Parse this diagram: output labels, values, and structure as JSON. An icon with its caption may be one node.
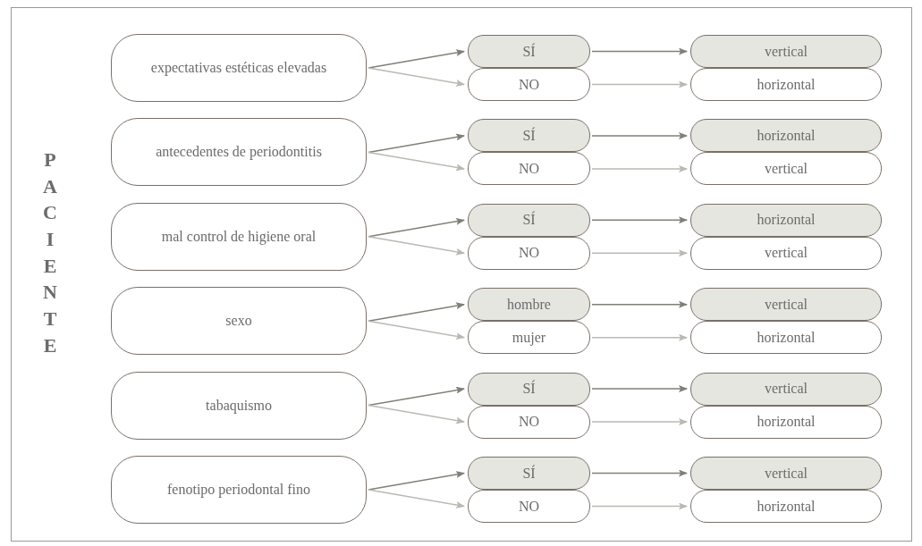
{
  "diagram": {
    "nodes": [
      {
        "text": [
          "expectativas estéticas elevadas"
        ]
      },
      {
        "text": [
          "SÍ"
        ]
      },
      {
        "text": [
          "vertical"
        ]
      },
      {
        "text": [
          "NO"
        ]
      },
      {
        "text": [
          "horizontal"
        ]
      },
      {
        "text": [
          "antecedentes de periodontitis"
        ]
      },
      {
        "text": [
          "SÍ"
        ]
      },
      {
        "text": [
          "horizontal"
        ]
      },
      {
        "text": [
          "NO"
        ]
      },
      {
        "text": [
          "vertical"
        ]
      },
      {
        "text": [
          "mal control de higiene oral"
        ]
      },
      {
        "text": [
          "SÍ"
        ]
      },
      {
        "text": [
          "horizontal"
        ]
      },
      {
        "text": [
          "NO"
        ]
      },
      {
        "text": [
          "vertical"
        ]
      },
      {
        "text": [
          "sexo"
        ]
      },
      {
        "text": [
          "hombre"
        ]
      },
      {
        "text": [
          "vertical"
        ]
      },
      {
        "text": [
          "mujer"
        ]
      },
      {
        "text": [
          "horizontal"
        ]
      },
      {
        "text": [
          "tabaquismo"
        ]
      },
      {
        "text": [
          "SÍ"
        ]
      },
      {
        "text": [
          "vertical"
        ]
      },
      {
        "text": [
          "NO"
        ]
      },
      {
        "text": [
          "horizontal"
        ]
      },
      {
        "text": [
          "fenotipo periodontal fino"
        ]
      },
      {
        "text": [
          "SÍ"
        ]
      },
      {
        "text": [
          "vertical"
        ]
      },
      {
        "text": [
          "NO"
        ]
      },
      {
        "text": [
          "horizontal"
        ]
      }
    ],
    "edges": [
      {
        "from": 0,
        "to": 1,
        "arrow": "to",
        "color": "#7f8076"
      },
      {
        "from": 0,
        "to": 3,
        "arrow": "to",
        "color": "#b8bab2"
      },
      {
        "from": 1,
        "to": 2,
        "arrow": "to",
        "color": "#7f8076"
      },
      {
        "from": 3,
        "to": 4,
        "arrow": "to",
        "color": "#b8bab2"
      },
      {
        "from": 5,
        "to": 6,
        "arrow": "to",
        "color": "#7f8076"
      },
      {
        "from": 5,
        "to": 8,
        "arrow": "to",
        "color": "#b8bab2"
      },
      {
        "from": 6,
        "to": 7,
        "arrow": "to",
        "color": "#7f8076"
      },
      {
        "from": 8,
        "to": 9,
        "arrow": "to",
        "color": "#b8bab2"
      },
      {
        "from": 10,
        "to": 11,
        "arrow": "to",
        "color": "#7f8076"
      },
      {
        "from": 10,
        "to": 13,
        "arrow": "to",
        "color": "#b8bab2"
      },
      {
        "from": 11,
        "to": 12,
        "arrow": "to",
        "color": "#7f8076"
      },
      {
        "from": 13,
        "to": 14,
        "arrow": "to",
        "color": "#b8bab2"
      },
      {
        "from": 15,
        "to": 16,
        "arrow": "to",
        "color": "#7f8076"
      },
      {
        "from": 15,
        "to": 18,
        "arrow": "to",
        "color": "#b8bab2"
      },
      {
        "from": 16,
        "to": 17,
        "arrow": "to",
        "color": "#7f8076"
      },
      {
        "from": 18,
        "to": 19,
        "arrow": "to",
        "color": "#b8bab2"
      },
      {
        "from": 20,
        "to": 21,
        "arrow": "to",
        "color": "#7f8076"
      },
      {
        "from": 20,
        "to": 23,
        "arrow": "to",
        "color": "#b8bab2"
      },
      {
        "from": 21,
        "to": 22,
        "arrow": "to",
        "color": "#7f8076"
      },
      {
        "from": 23,
        "to": 24,
        "arrow": "to",
        "color": "#b8bab2"
      },
      {
        "from": 25,
        "to": 26,
        "arrow": "to",
        "color": "#7f8076"
      },
      {
        "from": 25,
        "to": 28,
        "arrow": "to",
        "color": "#b8bab2"
      },
      {
        "from": 26,
        "to": 27,
        "arrow": "to",
        "color": "#7f8076"
      },
      {
        "from": 28,
        "to": 29,
        "arrow": "to",
        "color": "#b8bab2"
      }
    ],
    "labels": [
      "PACIENTE"
    ]
  }
}
